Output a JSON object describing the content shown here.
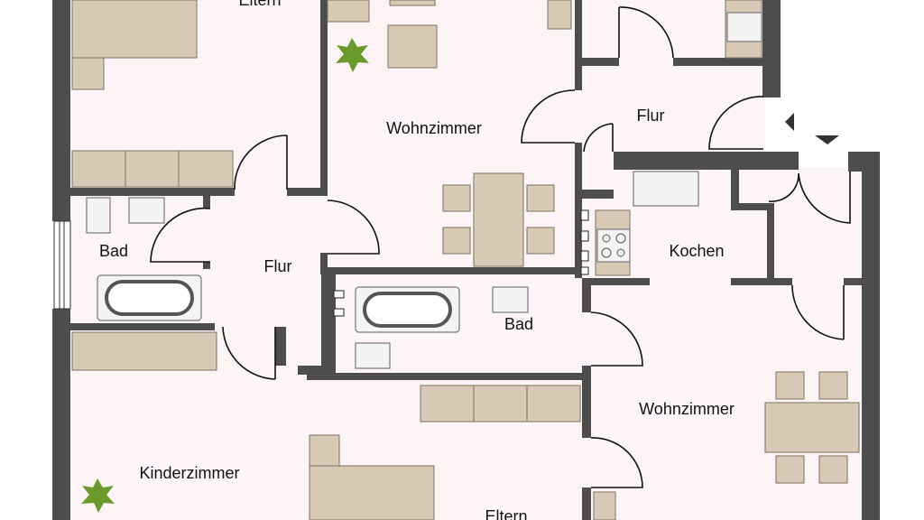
{
  "plan": {
    "rooms": {
      "eltern_top": "Eltern",
      "wohnzimmer_top": "Wohnzimmer",
      "flur_top": "Flur",
      "bad_left": "Bad",
      "flur_left": "Flur",
      "kochen": "Kochen",
      "bad_center": "Bad",
      "wohnzimmer_right": "Wohnzimmer",
      "kinderzimmer": "Kinderzimmer",
      "eltern_bottom": "Eltern"
    },
    "colors": {
      "wall": "#4d4d4d",
      "floor": "#fdf5f5",
      "furniture": "#d9cab8",
      "plant": "#6a9a2a"
    }
  }
}
